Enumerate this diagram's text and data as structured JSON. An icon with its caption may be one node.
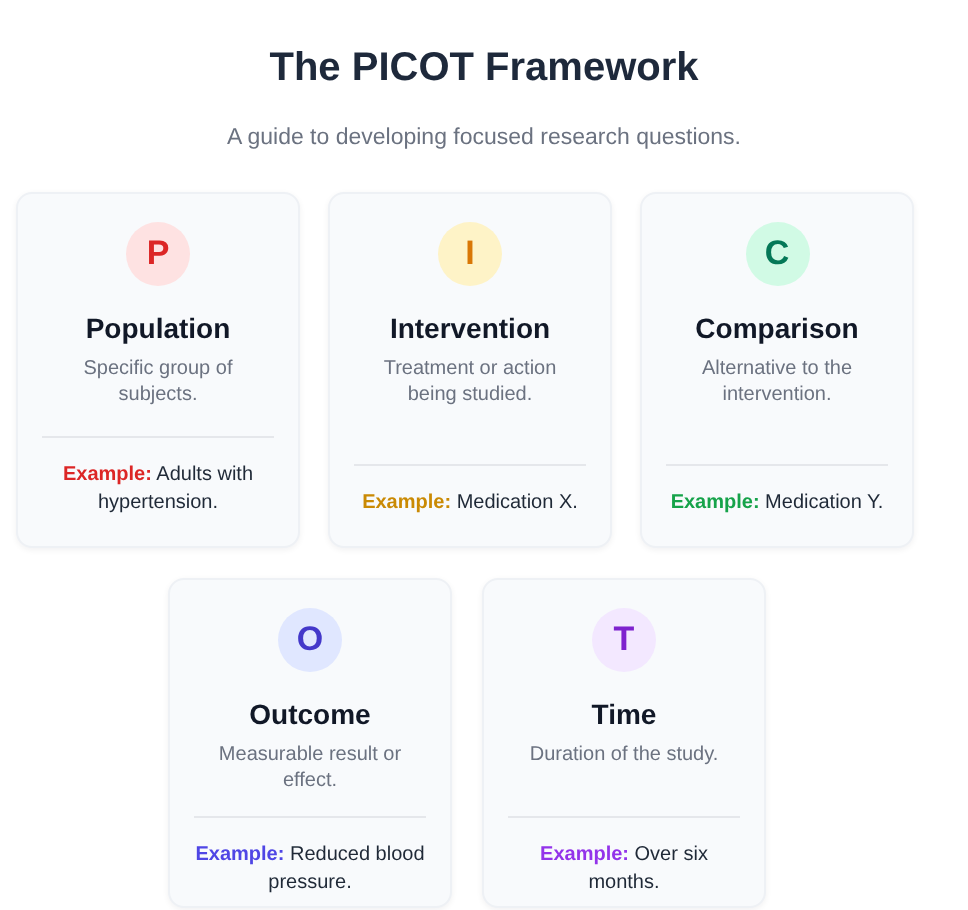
{
  "diagram": {
    "title": "The PICOT Framework",
    "nodes": [
      {
        "text": [
          "Population",
          "Specific group of subjects.",
          "**Example:** Adults with hypertension."
        ]
      },
      {
        "text": [
          "P"
        ],
        "in": 0
      },
      {
        "text": [
          "Intervention",
          "Treatment or action being studied.",
          "**Example:** Medication X."
        ]
      },
      {
        "text": [
          "I"
        ],
        "in": 2
      },
      {
        "text": [
          "Comparison",
          "Alternative to the intervention.",
          "**Example:** Medication Y."
        ]
      },
      {
        "text": [
          "C"
        ],
        "in": 4
      },
      {
        "text": [
          "Outcome",
          "Measurable result or effect.",
          "**Example:** Reduced blood pressure."
        ]
      },
      {
        "text": [
          "O"
        ],
        "in": 6
      },
      {
        "text": [
          "Time",
          "Duration of the study.",
          "**Example:** Over six months."
        ]
      },
      {
        "text": [
          "T"
        ],
        "in": 8
      }
    ],
    "labels": [
      "A guide to developing focused research questions."
    ]
  }
}
